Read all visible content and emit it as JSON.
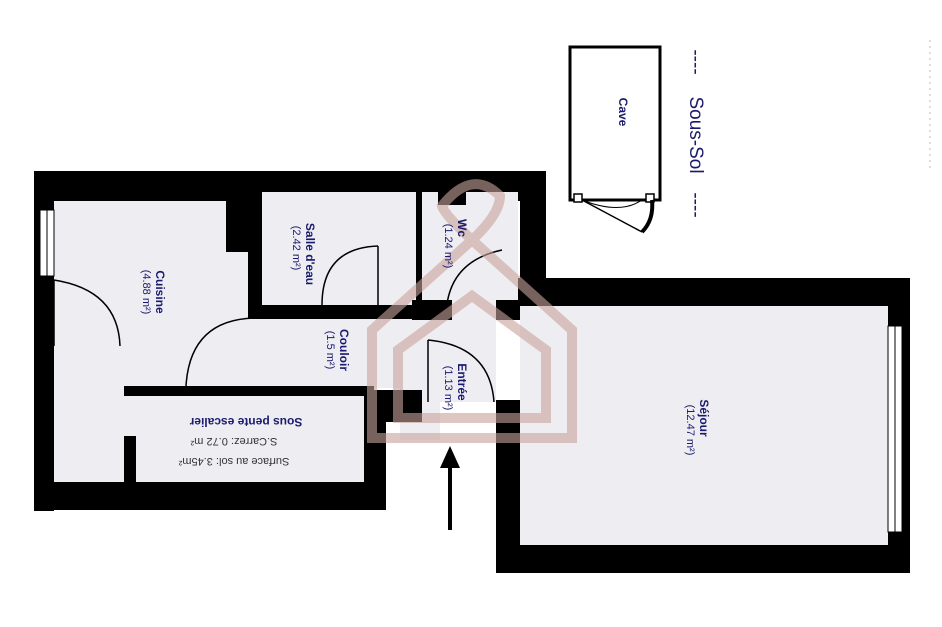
{
  "floor_labels": {
    "basement": "Sous-Sol",
    "basement_dashes_left": "----",
    "basement_dashes_right": "----"
  },
  "rooms": {
    "cave": {
      "name": "Cave"
    },
    "cuisine": {
      "name": "Cuisine",
      "area": "(4.88 m²)"
    },
    "salle": {
      "name": "Salle d'eau",
      "area": "(2.42 m²)"
    },
    "wc": {
      "name": "Wc",
      "area": "(1.24 m²)"
    },
    "couloir": {
      "name": "Couloir",
      "area": "(1.5 m²)"
    },
    "entree": {
      "name": "Entrée",
      "area": "(1.13 m²)"
    },
    "sejour": {
      "name": "Séjour",
      "area": "(12.47 m²)"
    },
    "escalier": {
      "name": "Sous pente escalier",
      "carrez": "S.Carrez: 0.72 m²",
      "sol": "Surface au sol: 3.45m²"
    }
  },
  "colors": {
    "wall": "#000000",
    "floor": "#eeeef2",
    "label": "#1a1a6e",
    "watermark": "#c9a39b"
  }
}
